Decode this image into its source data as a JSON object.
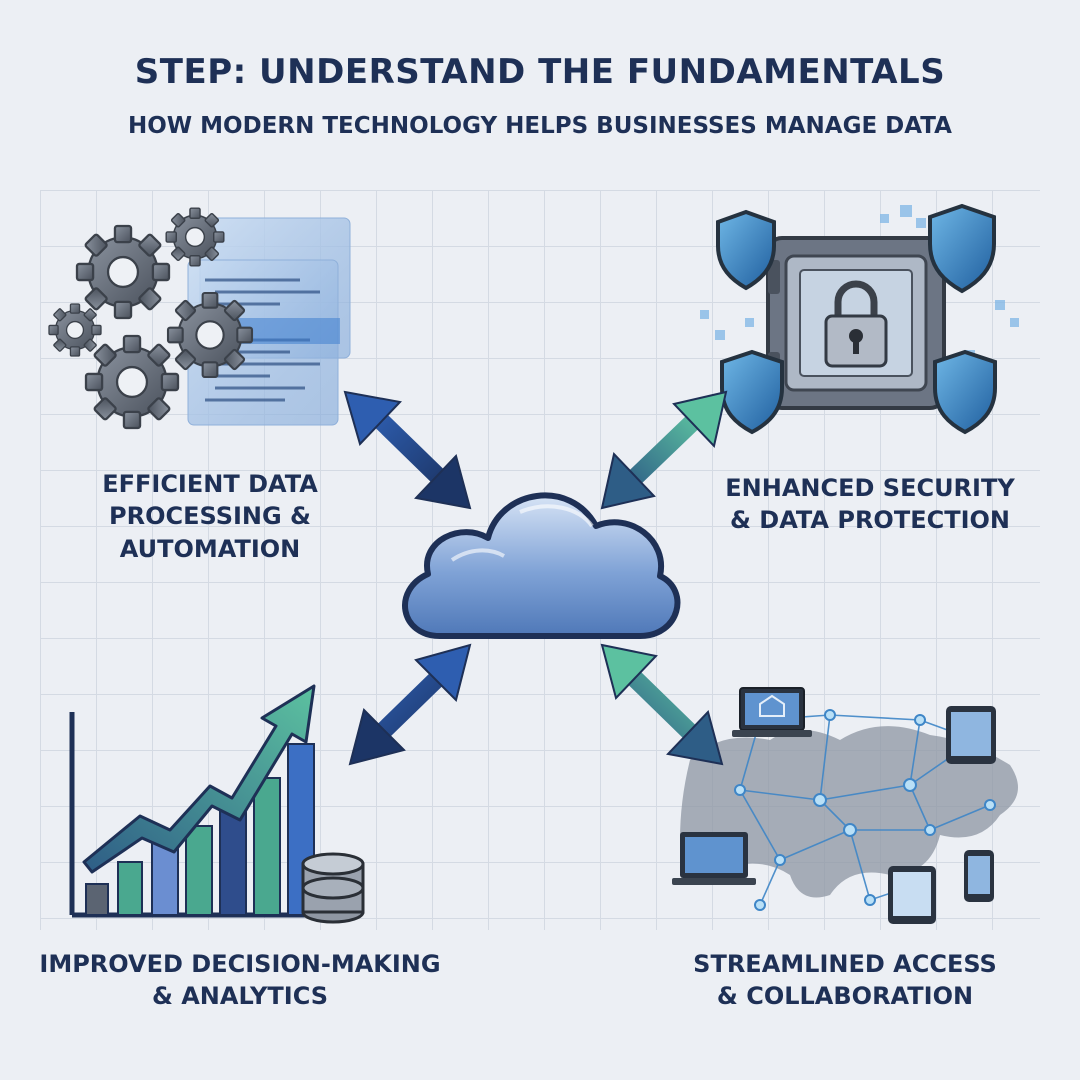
{
  "header": {
    "title": "STEP: UNDERSTAND THE FUNDAMENTALS",
    "subtitle": "HOW MODERN TECHNOLOGY HELPS BUSINESSES MANAGE DATA"
  },
  "quadrants": {
    "top_left": {
      "line1": "EFFICIENT DATA",
      "line2": "PROCESSING &",
      "line3": "AUTOMATION",
      "icon": "gears-code-icon"
    },
    "top_right": {
      "line1": "ENHANCED SECURITY",
      "line2": "& DATA PROTECTION",
      "icon": "vault-shield-icon"
    },
    "bottom_left": {
      "line1": "IMPROVED DECISION-MAKING",
      "line2": "& ANALYTICS",
      "icon": "growth-chart-icon"
    },
    "bottom_right": {
      "line1": "STREAMLINED ACCESS",
      "line2": "& COLLABORATION",
      "icon": "global-network-icon"
    }
  },
  "center": {
    "icon": "cloud-icon"
  },
  "colors": {
    "navy": "#1e3056",
    "blue": "#2f5aa6",
    "teal": "#4aa88f",
    "steel": "#5b6472",
    "background": "#eceff4"
  }
}
